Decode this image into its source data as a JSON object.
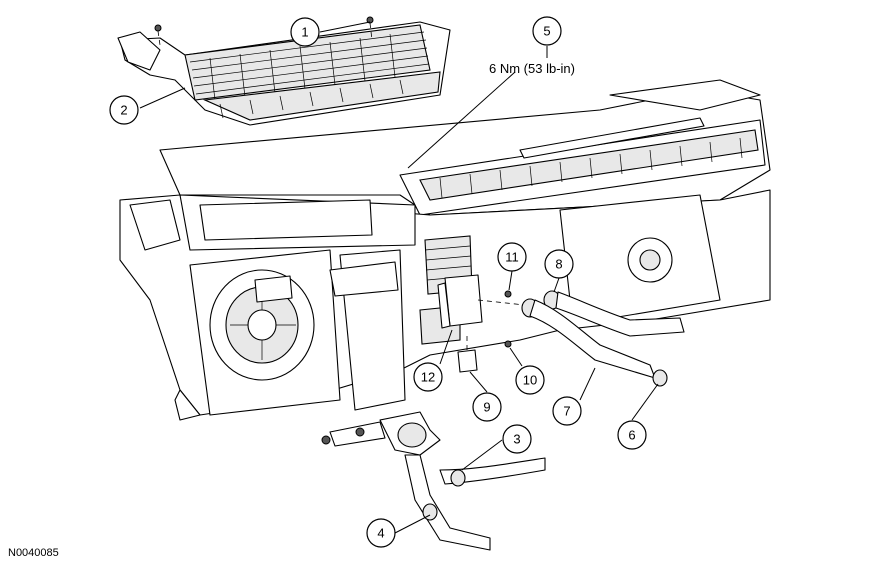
{
  "figure_id": "N0040085",
  "torque_spec": "6 Nm (53 lb-in)",
  "callouts": [
    {
      "num": "1"
    },
    {
      "num": "2"
    },
    {
      "num": "3"
    },
    {
      "num": "4"
    },
    {
      "num": "5"
    },
    {
      "num": "6"
    },
    {
      "num": "7"
    },
    {
      "num": "8"
    },
    {
      "num": "9"
    },
    {
      "num": "10"
    },
    {
      "num": "11"
    },
    {
      "num": "12"
    }
  ]
}
